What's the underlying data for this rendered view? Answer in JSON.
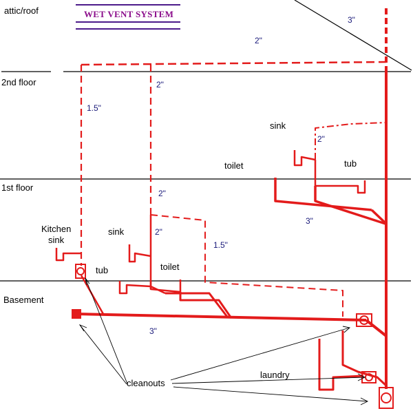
{
  "title": "WET VENT SYSTEM",
  "floors": {
    "attic": "attic/roof",
    "second": "2nd floor",
    "first": "1st floor",
    "basement": "Basement"
  },
  "fixtures": {
    "sink_upper": "sink",
    "toilet_upper": "toilet",
    "tub_upper": "tub",
    "kitchen": "Kitchen\nsink",
    "kitchen_line1": "Kitchen",
    "kitchen_line2": "sink",
    "sink_lower": "sink",
    "tub_lower": "tub",
    "toilet_lower": "toilet",
    "laundry": "laundry"
  },
  "cleanouts_label": "cleanouts",
  "pipe_sizes": {
    "stack": "3\"",
    "roof_vent": "2\"",
    "vent_2in_upper": "2\"",
    "vent_15_left": "1.5\"",
    "vent_2in_right": "2\"",
    "drain_3in_upper": "3\"",
    "vent_2in_mid": "2\"",
    "vent_2in_lower": "2\"",
    "vent_15_lower": "1.5\"",
    "drain_3in_basement": "3\""
  },
  "colors": {
    "pipe": "#e31b1b",
    "title_text": "#8b0d8b",
    "title_rule": "#4b1a8a",
    "floor_line": "#000000",
    "size_text": "#1a1a7a"
  }
}
